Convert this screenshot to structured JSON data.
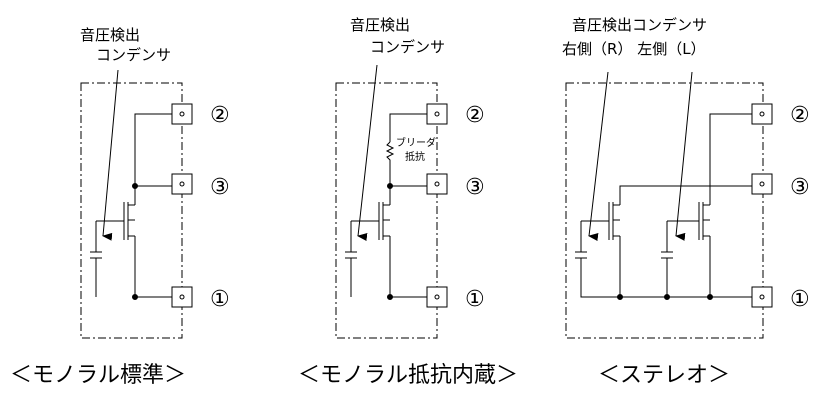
{
  "diagrams": [
    {
      "label_line1": "音圧検出",
      "label_line2": "コンデンサ",
      "pins": [
        "②",
        "③",
        "①"
      ],
      "caption": "＜モノラル標準＞"
    },
    {
      "label_line1": "音圧検出",
      "label_line2": "コンデンサ",
      "resistor_line1": "ブリーダ",
      "resistor_line2": "抵抗",
      "pins": [
        "②",
        "③",
        "①"
      ],
      "caption": "＜モノラル抵抗内蔵＞"
    },
    {
      "label_line1": "音圧検出コンデンサ",
      "label_line2": "右側（R） 左側（L）",
      "pins": [
        "②",
        "③",
        "①"
      ],
      "caption": "＜ステレオ＞"
    }
  ]
}
